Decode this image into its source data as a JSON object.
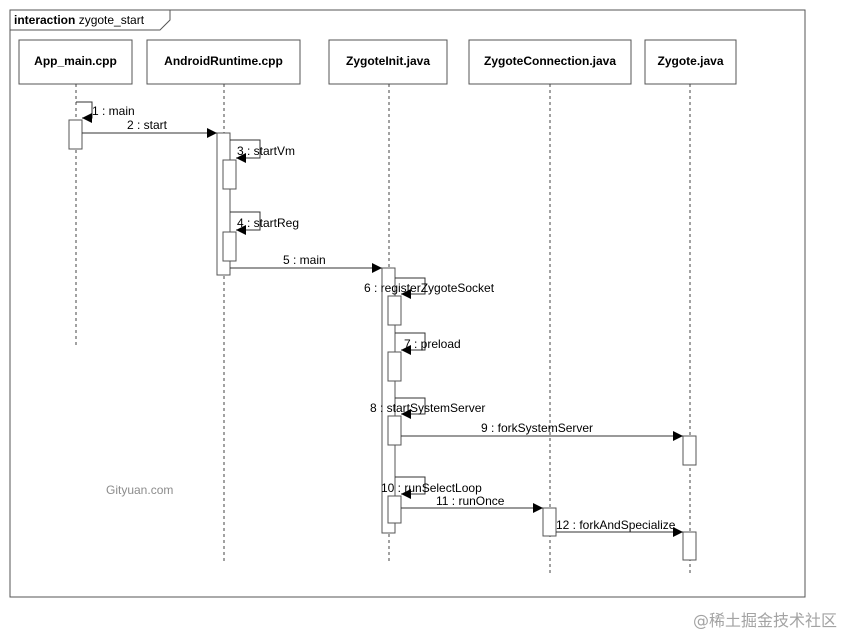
{
  "frame_tag": {
    "keyword": "interaction",
    "name": "zygote_start"
  },
  "lifelines": [
    {
      "id": "app",
      "label": "App_main.cpp"
    },
    {
      "id": "art",
      "label": "AndroidRuntime.cpp"
    },
    {
      "id": "zi",
      "label": "ZygoteInit.java"
    },
    {
      "id": "zc",
      "label": "ZygoteConnection.java"
    },
    {
      "id": "zy",
      "label": "Zygote.java"
    }
  ],
  "messages": [
    {
      "label": "1 : main",
      "from": "app",
      "to": "app"
    },
    {
      "label": "2 : start",
      "from": "app",
      "to": "art"
    },
    {
      "label": "3 : startVm",
      "from": "art",
      "to": "art"
    },
    {
      "label": "4 : startReg",
      "from": "art",
      "to": "art"
    },
    {
      "label": "5 : main",
      "from": "art",
      "to": "zi"
    },
    {
      "label": "6 : registerZygoteSocket",
      "from": "zi",
      "to": "zi"
    },
    {
      "label": "7 : preload",
      "from": "zi",
      "to": "zi"
    },
    {
      "label": "8 : startSystemServer",
      "from": "zi",
      "to": "zi"
    },
    {
      "label": "9 : forkSystemServer",
      "from": "zi",
      "to": "zy"
    },
    {
      "label": "10 : runSelectLoop",
      "from": "zi",
      "to": "zi"
    },
    {
      "label": "11 : runOnce",
      "from": "zi",
      "to": "zc"
    },
    {
      "label": "12 : forkAndSpecialize",
      "from": "zc",
      "to": "zy"
    }
  ],
  "watermark": "Gityuan.com",
  "footer_mark": "@稀土掘金技术社区"
}
